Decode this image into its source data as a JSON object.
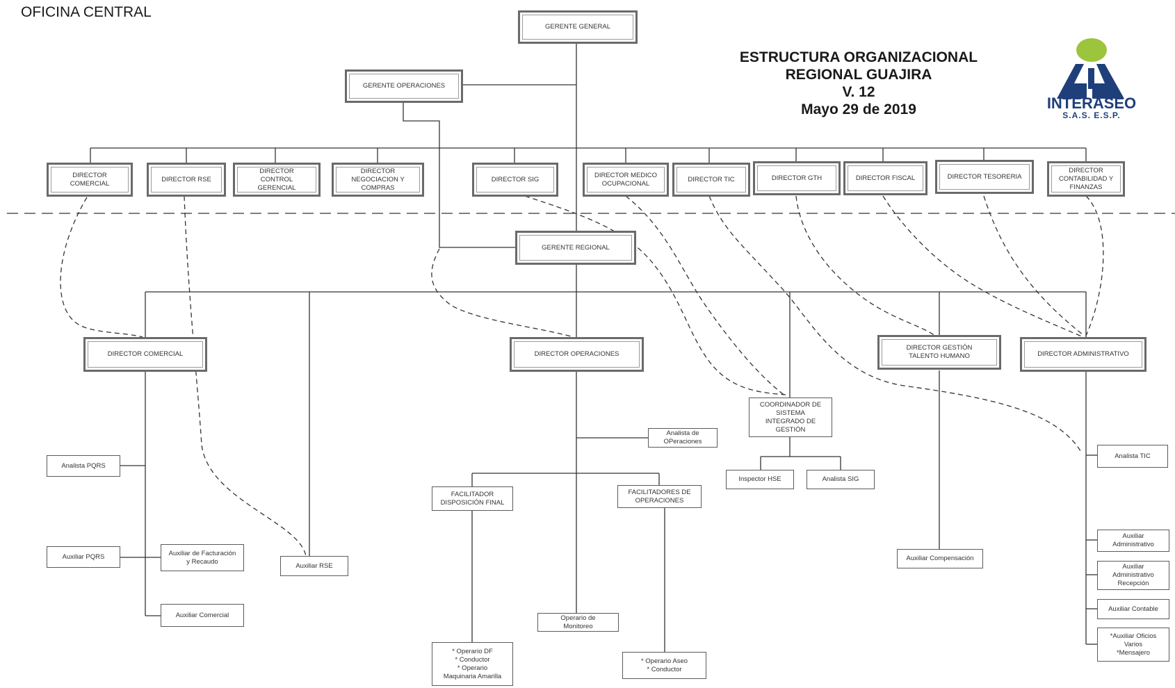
{
  "header": {
    "office": "OFICINA CENTRAL",
    "title_lines": [
      "ESTRUCTURA ORGANIZACIONAL",
      "REGIONAL GUAJIRA",
      "V. 12",
      "Mayo 29 de 2019"
    ]
  },
  "logo": {
    "name": "INTERASEO",
    "subtitle": "S.A.S. E.S.P.",
    "colors": {
      "green": "#9cc43c",
      "blue": "#1f3f7a"
    }
  },
  "boxes": {
    "gerente_general": "GERENTE GENERAL",
    "gerente_operaciones": "GERENTE OPERACIONES",
    "dir_comercial_central": "DIRECTOR\nCOMERCIAL",
    "dir_rse": "DIRECTOR  RSE",
    "dir_control": "DIRECTOR\nCONTROL\nGERENCIAL",
    "dir_negociacion": "DIRECTOR\nNEGOCIACION Y\nCOMPRAS",
    "dir_sig": "DIRECTOR  SIG",
    "dir_medico": "DIRECTOR MEDICO\nOCUPACIONAL",
    "dir_tic": "DIRECTOR  TIC",
    "dir_gth": "DIRECTOR  GTH",
    "dir_fiscal": "DIRECTOR FISCAL",
    "dir_tesoreria": "DIRECTOR  TESORERIA",
    "dir_contabilidad": "DIRECTOR\nCONTABILIDAD Y\nFINANZAS",
    "gerente_regional": "GERENTE REGIONAL",
    "dir_comercial_reg": "DIRECTOR COMERCIAL",
    "dir_operaciones": "DIRECTOR OPERACIONES",
    "dir_gestion_th": "DIRECTOR GESTIÓN\nTALENTO HUMANO",
    "dir_administrativo": "DIRECTOR ADMINISTRATIVO",
    "coordinador_sig": "COORDINADOR DE\nSISTEMA\nINTEGRADO DE\nGESTIÓN",
    "analista_operaciones": "Analista de\nOPeraciones",
    "inspector_hse": "Inspector HSE",
    "analista_sig": "Analista SIG",
    "analista_tic": "Analista TIC",
    "analista_pqrs": "Analista  PQRS",
    "auxiliar_pqrs": "Auxiliar PQRS",
    "auxiliar_facturacion": "Auxiliar de Facturación\ny Recaudo",
    "auxiliar_comercial": "Auxiliar Comercial",
    "auxiliar_rse": "Auxiliar RSE",
    "facilitador_df": "FACILITADOR\nDISPOSICIÓN FINAL",
    "facilitadores_op": "FACILITADORES DE\nOPERACIONES",
    "operario_monitoreo": "Operario de\nMonitoreo",
    "operario_df": "* Operario DF\n* Conductor\n* Operario\nMaquinaria Amarilla",
    "operario_aseo": "* Operario Aseo\n* Conductor",
    "auxiliar_compensacion": "Auxiliar Compensación",
    "auxiliar_administrativo": "Auxiliar\nAdministrativo",
    "auxiliar_adm_recepcion": "Auxiliar\nAdministrativo\nRecepción",
    "auxiliar_contable": "Auxiliar Contable",
    "auxiliar_oficios": "*Auxiliar Oficios\nVarios\n*Mensajero"
  }
}
